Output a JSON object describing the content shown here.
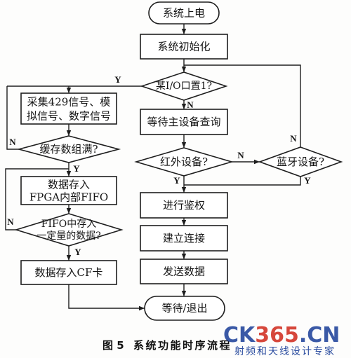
{
  "main_flow": {
    "power_on": "系统上电",
    "initialize": "系统初始化",
    "io_set_check": "某I/O口置1?",
    "wait_master_query": "等待主设备查询",
    "infrared_check": "红外设备?",
    "bluetooth_check": "蓝牙设备?",
    "authenticate": "进行鉴权",
    "establish_connection": "建立连接",
    "send_data": "发送数据",
    "wait_exit": "等待/退出"
  },
  "acquisition_flow": {
    "collect_signals": [
      "采集429信号、模",
      "拟信号、数字信号"
    ],
    "buffer_full_check": "缓存数组满?",
    "store_fpga_fifo": [
      "数据存入",
      "FPGA内部FIFO"
    ],
    "fifo_amount_check": [
      "FIFO中存入",
      "一定量的数据?"
    ],
    "store_cf_card": "数据存入CF卡"
  },
  "branch_labels": {
    "io_set_yes": "Y",
    "io_set_no": "N",
    "infrared_no": "N",
    "infrared_yes": "Y",
    "bluetooth_no": "N",
    "bluetooth_yes": "Y",
    "buffer_full_no": "N",
    "buffer_full_yes": "Y",
    "fifo_amount_no": "N",
    "fifo_amount_yes": "Y"
  },
  "caption": {
    "figure_number": "图 5",
    "title": "系统功能时序流程"
  },
  "watermark": {
    "logo_parts": [
      "CK",
      "365",
      ".CN"
    ],
    "tagline": "射频和天线设计专家",
    "colors": {
      "blue": "#2a4c9f",
      "red": "#d3382b"
    }
  }
}
